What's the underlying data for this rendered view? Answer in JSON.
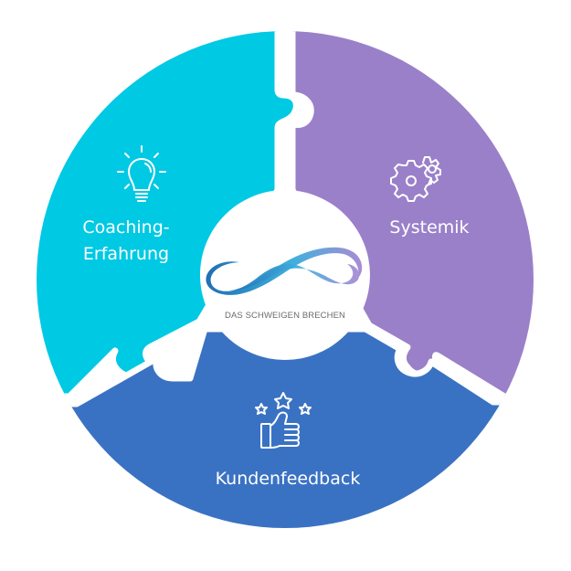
{
  "diagram": {
    "type": "puzzle-circle",
    "center_logo": {
      "text": "DAS SCHWEIGEN BRECHEN",
      "icon": "infinity-icon",
      "gradient_colors": [
        "#1f6fb5",
        "#3fb0dd",
        "#a98cd4"
      ]
    },
    "segments": [
      {
        "id": "coaching",
        "label_lines": [
          "Coaching-",
          "Erfahrung"
        ],
        "icon": "lightbulb-icon",
        "color": "#00c9e4"
      },
      {
        "id": "systemik",
        "label_lines": [
          "Systemik"
        ],
        "icon": "gears-icon",
        "color": "#9a80c9"
      },
      {
        "id": "kundenfeedback",
        "label_lines": [
          "Kundenfeedback"
        ],
        "icon": "thumbs-up-stars-icon",
        "color": "#3a72c3"
      }
    ],
    "connections": [
      {
        "from": "coaching",
        "to": "systemik"
      },
      {
        "from": "coaching",
        "to": "kundenfeedback"
      },
      {
        "from": "systemik",
        "to": "kundenfeedback"
      }
    ]
  }
}
